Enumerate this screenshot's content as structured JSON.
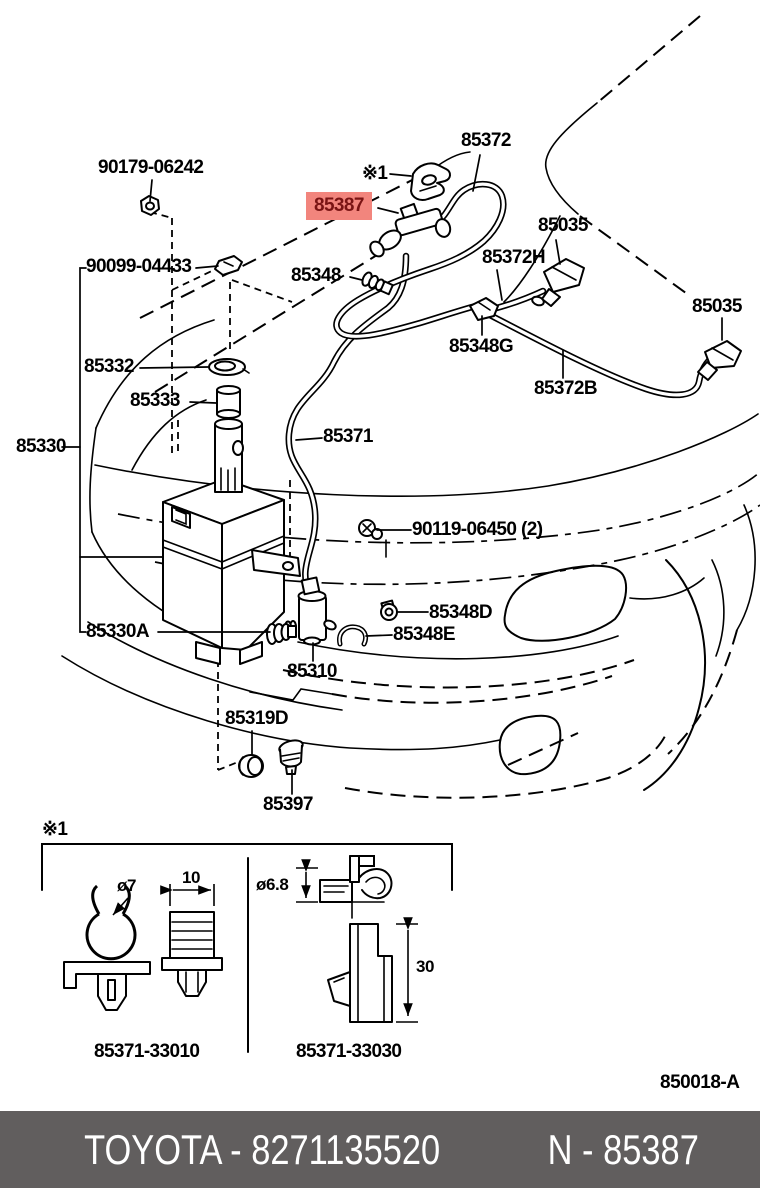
{
  "title": "Windshield washer parts diagram",
  "diagram": {
    "highlight": {
      "bg": "#f2857d",
      "fg": "#7a1414"
    },
    "labels": [
      {
        "text": "90179-06242"
      },
      {
        "text": "※1"
      },
      {
        "text": "85372"
      },
      {
        "text": "85387",
        "highlighted": true
      },
      {
        "text": "85035"
      },
      {
        "text": "85372H"
      },
      {
        "text": "90099-04433"
      },
      {
        "text": "85348"
      },
      {
        "text": "85035"
      },
      {
        "text": "85348G"
      },
      {
        "text": "85332"
      },
      {
        "text": "85372B"
      },
      {
        "text": "85333"
      },
      {
        "text": "85330"
      },
      {
        "text": "85371"
      },
      {
        "text": "90119-06450 (2)"
      },
      {
        "text": "85348D"
      },
      {
        "text": "85348E"
      },
      {
        "text": "85330A"
      },
      {
        "text": "85310"
      },
      {
        "text": "85319D"
      },
      {
        "text": "85397"
      }
    ],
    "detail_box": {
      "marker": "※1",
      "parts": [
        "85371-33010",
        "85371-33030"
      ],
      "dims": [
        "ø7",
        "10",
        "ø6.8",
        "30"
      ]
    },
    "doc_ref": "850018-A"
  },
  "footer": {
    "bg": "#615e5e",
    "catalog_code": "TOYOTA - 8271135520",
    "part_code": "N - 85387"
  }
}
